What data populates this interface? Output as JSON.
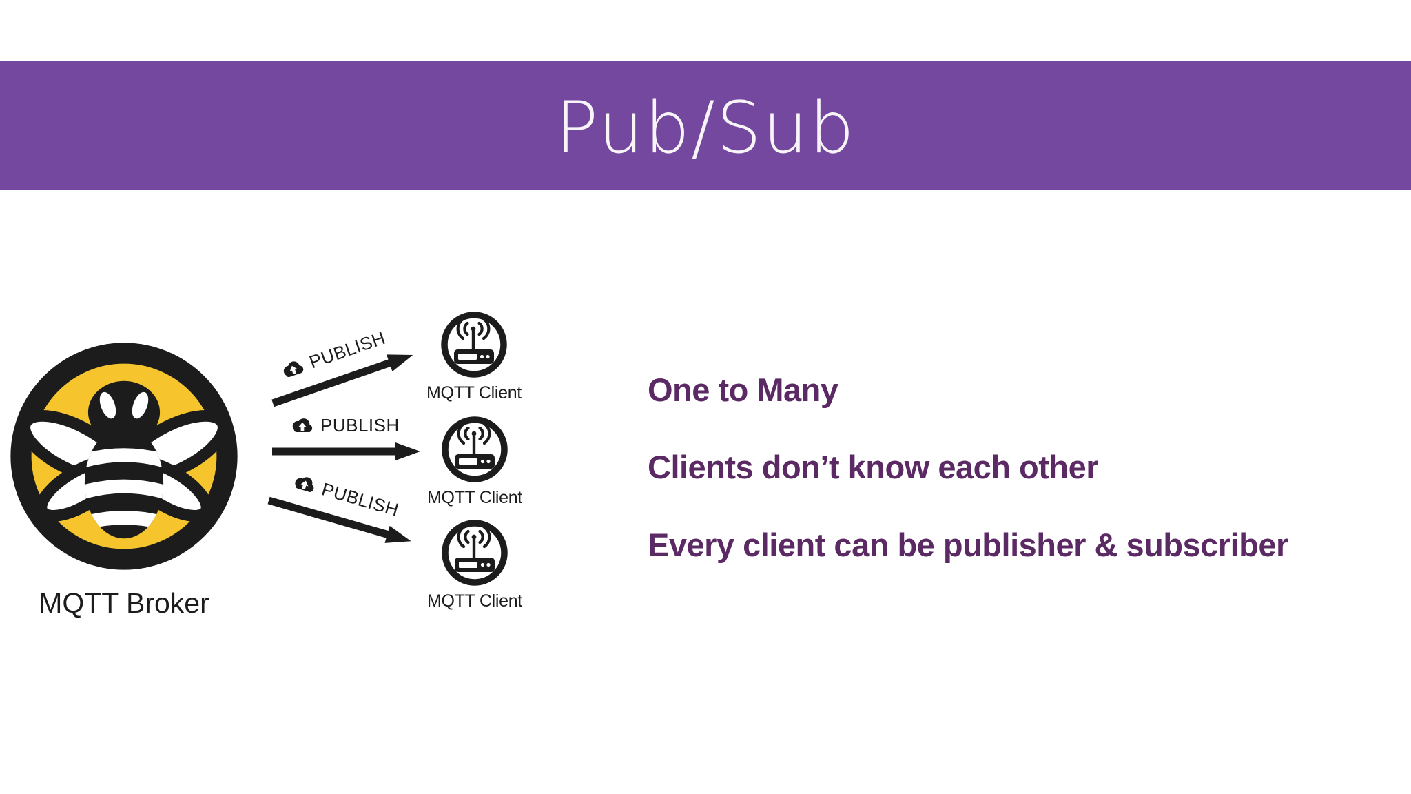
{
  "slide": {
    "title": "Pub/Sub"
  },
  "colors": {
    "header_band": "#74489e",
    "bullet_text": "#5b2963",
    "logo_yellow": "#f6c42d",
    "ink": "#1c1c1c",
    "title_color": "#f8f5f9"
  },
  "diagram": {
    "broker": {
      "label": "MQTT Broker",
      "icon": "bee-logo-icon"
    },
    "arrows": [
      {
        "label": "PUBLISH",
        "icon": "cloud-upload-icon",
        "direction": "up-right"
      },
      {
        "label": "PUBLISH",
        "icon": "cloud-upload-icon",
        "direction": "right"
      },
      {
        "label": "PUBLISH",
        "icon": "cloud-upload-icon",
        "direction": "down-right"
      }
    ],
    "clients": [
      {
        "label": "MQTT Client",
        "icon": "router-icon"
      },
      {
        "label": "MQTT Client",
        "icon": "router-icon"
      },
      {
        "label": "MQTT Client",
        "icon": "router-icon"
      }
    ]
  },
  "bullets": [
    {
      "text": "One to Many"
    },
    {
      "text": "Clients don’t know each other"
    },
    {
      "text": "Every client can be publisher & subscriber"
    }
  ]
}
